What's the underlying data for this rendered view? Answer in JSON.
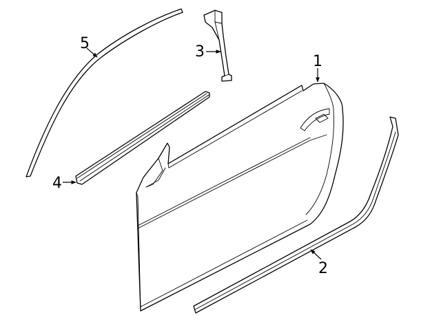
{
  "callouts": {
    "door_shell": "1",
    "lower_molding": "2",
    "pillar_trim": "3",
    "belt_molding": "4",
    "roof_molding": "5"
  }
}
